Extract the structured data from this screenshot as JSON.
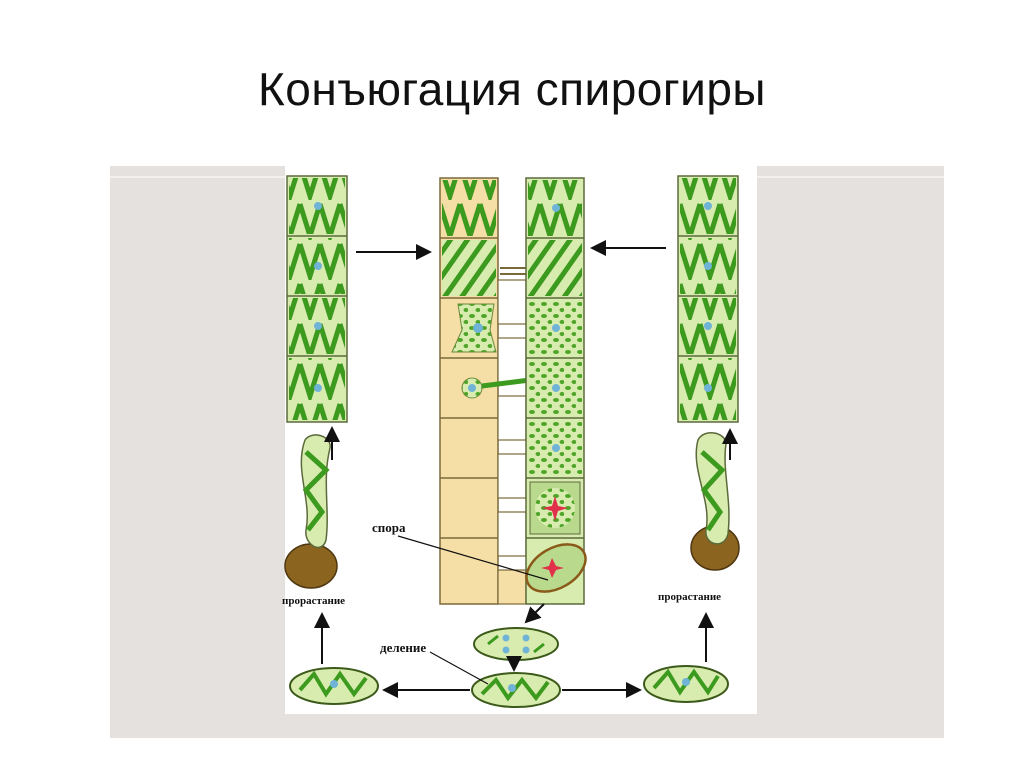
{
  "slide": {
    "title": "Конъюгация спирогиры"
  },
  "figure": {
    "labels": {
      "spore": "спора",
      "germination_left": "прорастание",
      "germination_right": "прорастание",
      "division": "деление"
    },
    "colors": {
      "panel_background": "#e4e1df",
      "cell_fill": "#d9ecb0",
      "chloroplast": "#3c9a1e",
      "chloroplast_dark": "#2a7410",
      "conjugation_tube": "#f6dfa6",
      "zygote_wall": "#8a5a1a",
      "zygote_nucleus": "#e0304a",
      "nucleus": "#6fb3d6"
    }
  }
}
